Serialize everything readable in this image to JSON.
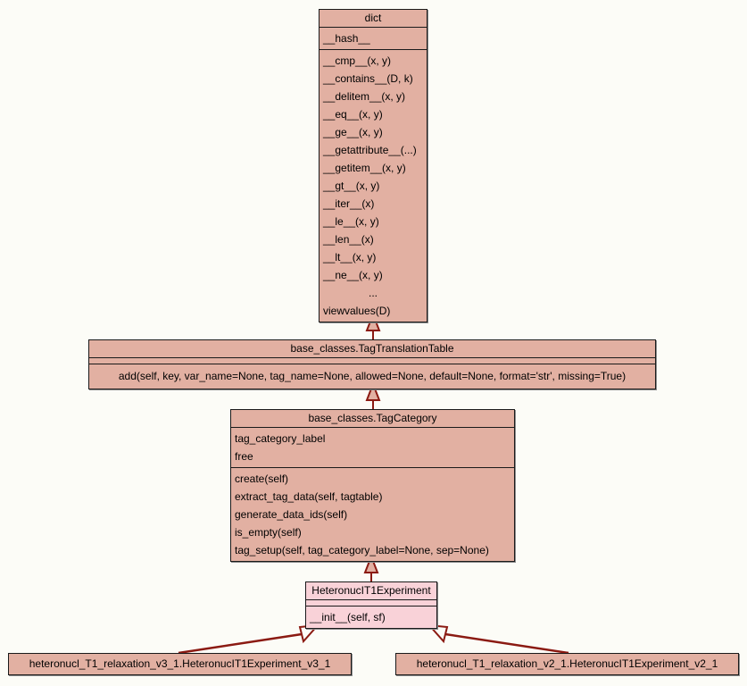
{
  "diagram": {
    "type": "uml-class-diagram",
    "background_color": "#fcfcf7",
    "box_fill_color": "#e2b0a2",
    "highlight_fill_color": "#f9d2d8",
    "border_color": "#1a1a1a",
    "connector_color": "#8b1a12"
  },
  "classes": {
    "dict": {
      "name": "dict",
      "attributes": [
        "__hash__"
      ],
      "methods": [
        "__cmp__(x, y)",
        "__contains__(D, k)",
        "__delitem__(x, y)",
        "__eq__(x, y)",
        "__ge__(x, y)",
        "__getattribute__(...)",
        "__getitem__(x, y)",
        "__gt__(x, y)",
        "__iter__(x)",
        "__le__(x, y)",
        "__len__(x)",
        "__lt__(x, y)",
        "__ne__(x, y)",
        "...",
        "viewvalues(D)"
      ]
    },
    "tag_translation_table": {
      "name": "base_classes.TagTranslationTable",
      "attributes": [],
      "methods": [
        "add(self, key, var_name=None, tag_name=None, allowed=None, default=None, format='str', missing=True)"
      ]
    },
    "tag_category": {
      "name": "base_classes.TagCategory",
      "attributes": [
        "tag_category_label",
        "free"
      ],
      "methods": [
        "create(self)",
        "extract_tag_data(self, tagtable)",
        "generate_data_ids(self)",
        "is_empty(self)",
        "tag_setup(self, tag_category_label=None, sep=None)"
      ]
    },
    "heteronuc_t1_experiment": {
      "name": "HeteronucIT1Experiment",
      "attributes": [],
      "methods": [
        "__init__(self, sf)"
      ]
    },
    "heteronucl_v3_1": {
      "name": "heteronucl_T1_relaxation_v3_1.HeteronucIT1Experiment_v3_1"
    },
    "heteronucl_v2_1": {
      "name": "heteronucl_T1_relaxation_v2_1.HeteronucIT1Experiment_v2_1"
    }
  },
  "relationships": [
    {
      "from": "base_classes.TagTranslationTable",
      "to": "dict",
      "kind": "inheritance"
    },
    {
      "from": "base_classes.TagCategory",
      "to": "base_classes.TagTranslationTable",
      "kind": "inheritance"
    },
    {
      "from": "HeteronucIT1Experiment",
      "to": "base_classes.TagCategory",
      "kind": "inheritance"
    },
    {
      "from": "heteronucl_T1_relaxation_v3_1.HeteronucIT1Experiment_v3_1",
      "to": "HeteronucIT1Experiment",
      "kind": "inheritance"
    },
    {
      "from": "heteronucl_T1_relaxation_v2_1.HeteronucIT1Experiment_v2_1",
      "to": "HeteronucIT1Experiment",
      "kind": "inheritance"
    }
  ]
}
